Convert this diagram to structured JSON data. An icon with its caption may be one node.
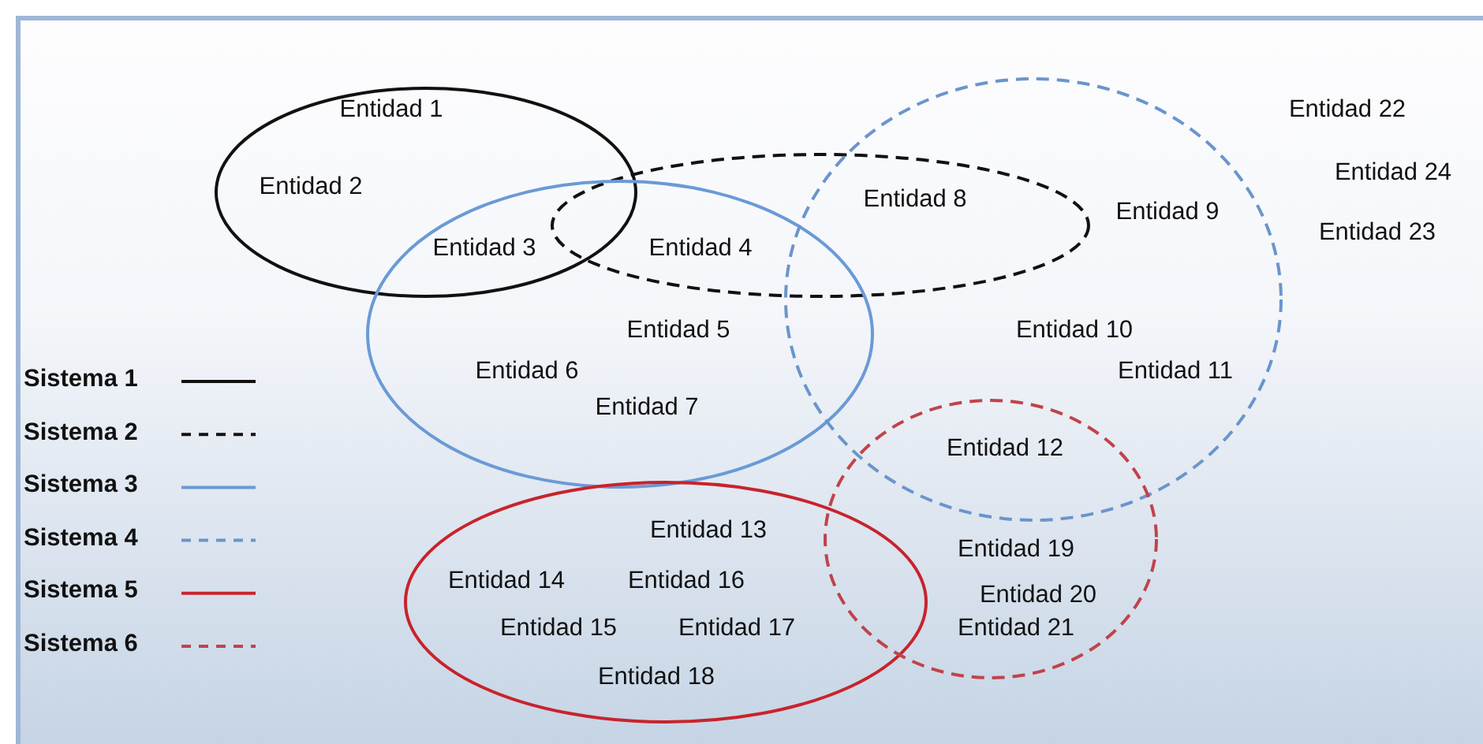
{
  "diagram": {
    "labels": [
      "Entidad 1",
      "Entidad 22",
      "Entidad 24",
      "Entidad 2",
      "Entidad 8",
      "Entidad 9",
      "Entidad 23",
      "Entidad 3",
      "Entidad 4",
      "Entidad 5",
      "Entidad 10",
      "Entidad 6",
      "Entidad 11",
      "Entidad 7",
      "Entidad 12",
      "Entidad 13",
      "Entidad 19",
      "Entidad 14",
      "Entidad 16",
      "Entidad 20",
      "Entidad 15",
      "Entidad 17",
      "Entidad 21",
      "Entidad 18"
    ],
    "legend": [
      {
        "text": "Sistema 1"
      },
      {
        "text": "Sistema 2"
      },
      {
        "text": "Sistema 3"
      },
      {
        "text": "Sistema 4"
      },
      {
        "text": "Sistema 5"
      },
      {
        "text": "Sistema 6"
      }
    ]
  }
}
